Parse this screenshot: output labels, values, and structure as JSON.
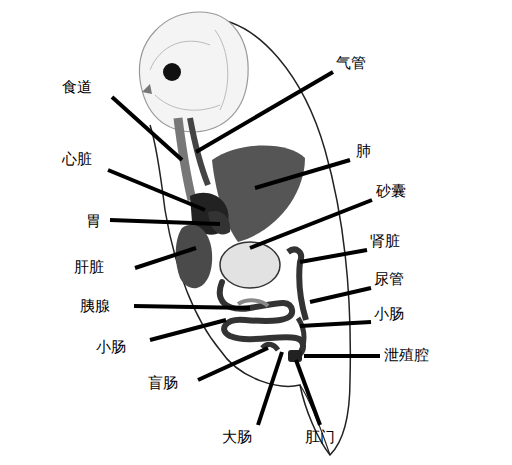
{
  "diagram": {
    "labels": [
      "气管",
      "食道",
      "肺",
      "心脏",
      "砂囊",
      "胃",
      "肾脏",
      "肝脏",
      "尿管",
      "胰腺",
      "小肠",
      "小肠",
      "泄殖腔",
      "盲肠",
      "大肠",
      "肛门"
    ]
  }
}
